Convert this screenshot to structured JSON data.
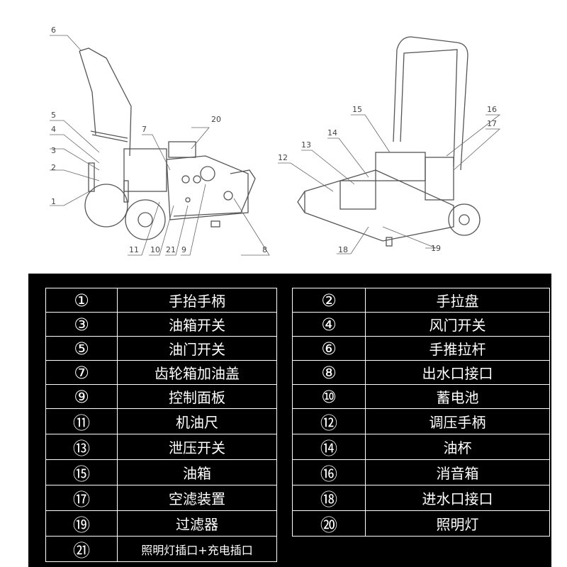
{
  "diagram": {
    "callouts_left": [
      "1",
      "2",
      "3",
      "4",
      "5",
      "6",
      "7",
      "8",
      "9",
      "10",
      "11",
      "20",
      "21"
    ],
    "callouts_right": [
      "12",
      "13",
      "14",
      "15",
      "16",
      "17",
      "18",
      "19"
    ]
  },
  "parts_left": [
    {
      "num": "①",
      "name": "手抬手柄"
    },
    {
      "num": "③",
      "name": "油箱开关"
    },
    {
      "num": "⑤",
      "name": "油门开关"
    },
    {
      "num": "⑦",
      "name": "齿轮箱加油盖"
    },
    {
      "num": "⑨",
      "name": "控制面板"
    },
    {
      "num": "⑪",
      "name": "机油尺"
    },
    {
      "num": "⑬",
      "name": "泄压开关"
    },
    {
      "num": "⑮",
      "name": "油箱"
    },
    {
      "num": "⑰",
      "name": "空滤装置"
    },
    {
      "num": "⑲",
      "name": "过滤器"
    },
    {
      "num": "㉑",
      "name": "照明灯插口+充电插口"
    }
  ],
  "parts_right": [
    {
      "num": "②",
      "name": "手拉盘"
    },
    {
      "num": "④",
      "name": "风门开关"
    },
    {
      "num": "⑥",
      "name": "手推拉杆"
    },
    {
      "num": "⑧",
      "name": "出水口接口"
    },
    {
      "num": "⑩",
      "name": "蓄电池"
    },
    {
      "num": "⑫",
      "name": "调压手柄"
    },
    {
      "num": "⑭",
      "name": "油杯"
    },
    {
      "num": "⑯",
      "name": "消音箱"
    },
    {
      "num": "⑱",
      "name": "进水口接口"
    },
    {
      "num": "⑳",
      "name": "照明灯"
    }
  ]
}
